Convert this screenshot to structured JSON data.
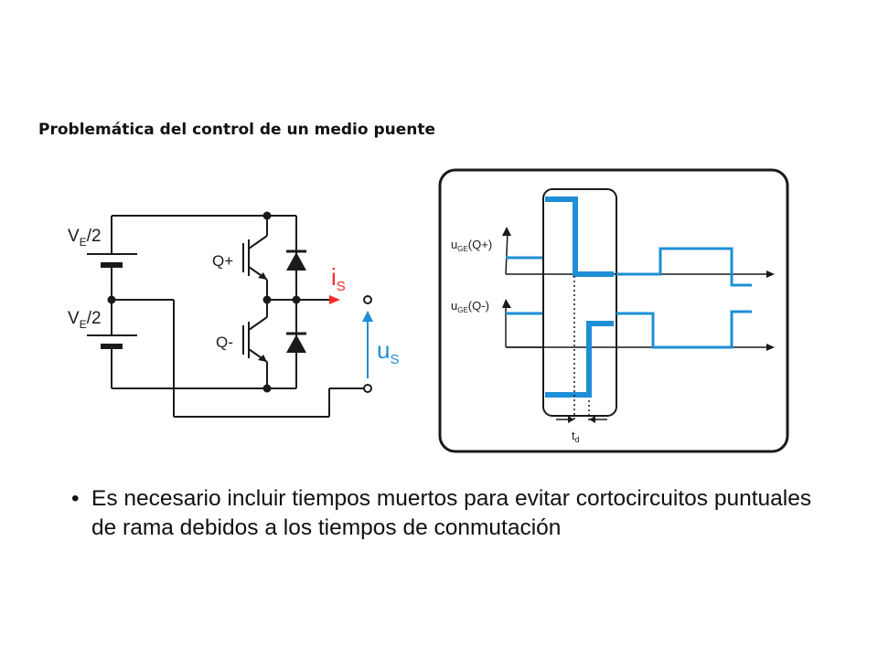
{
  "title": "Problemática del control de un medio puente",
  "circuit": {
    "v_upper": {
      "base": "V",
      "sub": "E",
      "rest": "/2"
    },
    "v_lower": {
      "base": "V",
      "sub": "E",
      "rest": "/2"
    },
    "q_plus": "Q+",
    "q_minus": "Q-",
    "i_s": {
      "base": "i",
      "sub": "S"
    },
    "u_s": {
      "base": "u",
      "sub": "S"
    }
  },
  "timing": {
    "u_ge_plus": {
      "base": "u",
      "sub": "GE",
      "rest": "(Q+)"
    },
    "u_ge_minus": {
      "base": "u",
      "sub": "GE",
      "rest": "(Q-)"
    },
    "t_d": {
      "base": "t",
      "sub": "d"
    }
  },
  "bullet": "Es necesario incluir tiempos muertos para evitar cortocircuitos puntuales de rama debidos a los tiempos de conmutación",
  "colors": {
    "accent": "#1e8fd6",
    "current": "#ff2a2a",
    "ink": "#1a1a1a"
  }
}
